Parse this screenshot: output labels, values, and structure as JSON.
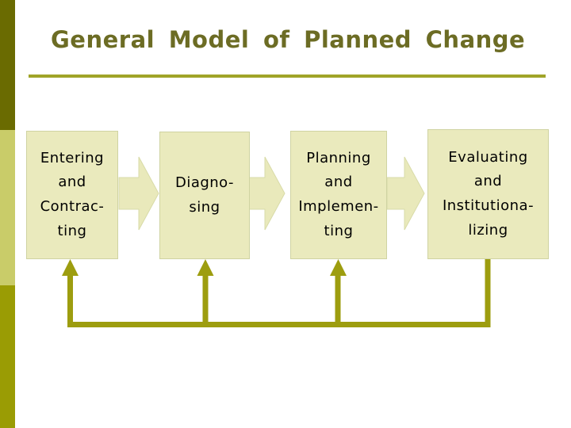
{
  "slide": {
    "title": "General Model of Planned Change",
    "stages": [
      {
        "name": "entering-contracting",
        "label": "Entering\nand\nContrac-\nting"
      },
      {
        "name": "diagnosing",
        "label": "Diagno-\nsing"
      },
      {
        "name": "planning-implementing",
        "label": "Planning\nand\nImplemen-\nting"
      },
      {
        "name": "evaluating-institutionalizing",
        "label": "Evaluating\nand\nInstitutiona-\nlizing"
      }
    ],
    "icons": {
      "forward": "block-arrow-right-icon",
      "feedback": "arrow-up-icon"
    },
    "colors": {
      "background": "#ffffff",
      "title": "#6c6c24",
      "rule": "#a0a428",
      "sidebar_top": "#6a6b01",
      "sidebar_middle": "#c9cc69",
      "sidebar_bottom": "#9a9c04",
      "box_fill": "#eaeabd",
      "box_border": "#cfd3a2",
      "box_text": "#000000",
      "arrow_fill": "#e9e9bb",
      "arrow_border": "#d8dba8",
      "feedback": "#9d9d0f"
    }
  }
}
